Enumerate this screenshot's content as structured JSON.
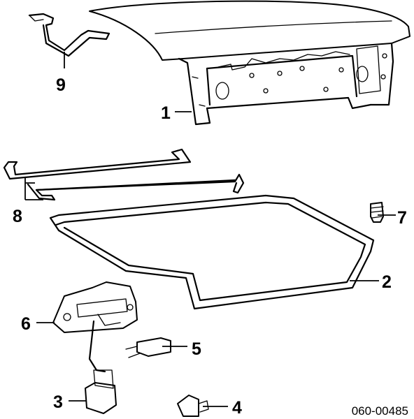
{
  "diagram": {
    "callouts": [
      "1",
      "2",
      "3",
      "4",
      "5",
      "6",
      "7",
      "8",
      "9"
    ],
    "reference_code": "060-00485"
  }
}
